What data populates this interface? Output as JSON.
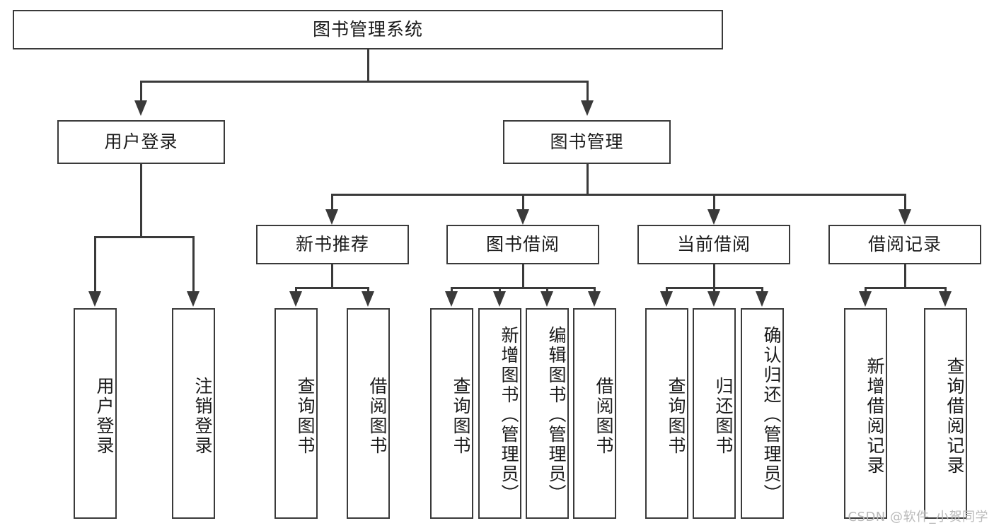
{
  "diagram": {
    "type": "tree-hierarchy",
    "title": "图书管理系统",
    "watermark": "CSDN @软件_小贺同学",
    "colors": {
      "stroke": "#3a3a3a",
      "fill": "#ffffff",
      "text": "#1a1a1a",
      "watermark": "#b9b9b9"
    },
    "nodes": {
      "root": {
        "label": "图书管理系统"
      },
      "level2": [
        {
          "id": "user-login",
          "label": "用户登录"
        },
        {
          "id": "book-management",
          "label": "图书管理"
        }
      ],
      "level3": [
        {
          "id": "new-book-recommend",
          "label": "新书推荐"
        },
        {
          "id": "book-borrow",
          "label": "图书借阅"
        },
        {
          "id": "current-borrow",
          "label": "当前借阅"
        },
        {
          "id": "borrow-record",
          "label": "借阅记录"
        }
      ],
      "leaves": {
        "user_login": [
          {
            "id": "leaf-user-login",
            "label": "用户登录"
          },
          {
            "id": "leaf-logout-login",
            "label": "注销登录"
          }
        ],
        "new_book_recommend": [
          {
            "id": "leaf-query-book-1",
            "label": "查询图书"
          },
          {
            "id": "leaf-borrow-book-1",
            "label": "借阅图书"
          }
        ],
        "book_borrow": [
          {
            "id": "leaf-query-book-2",
            "label": "查询图书"
          },
          {
            "id": "leaf-add-book",
            "label": "新增图书（管理员）"
          },
          {
            "id": "leaf-edit-book",
            "label": "编辑图书（管理员）"
          },
          {
            "id": "leaf-borrow-book-2",
            "label": "借阅图书"
          }
        ],
        "current_borrow": [
          {
            "id": "leaf-query-book-3",
            "label": "查询图书"
          },
          {
            "id": "leaf-return-book",
            "label": "归还图书"
          },
          {
            "id": "leaf-confirm-return",
            "label": "确认归还（管理员）"
          }
        ],
        "borrow_record": [
          {
            "id": "leaf-add-borrow-record",
            "label": "新增借阅记录"
          },
          {
            "id": "leaf-query-borrow-record",
            "label": "查询借阅记录"
          }
        ]
      }
    }
  }
}
